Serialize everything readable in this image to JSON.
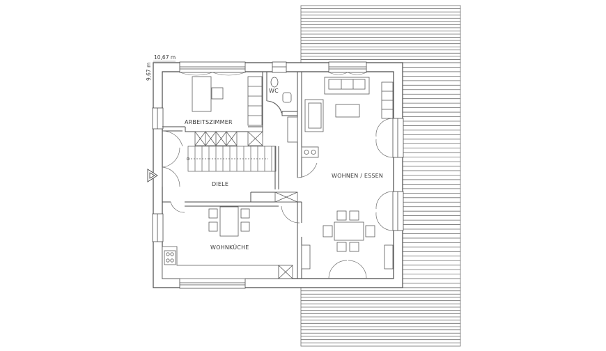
{
  "plan": {
    "dimensions": {
      "width_label": "10,67 m",
      "depth_label": "9,67 m"
    },
    "rooms": {
      "arbeitszimmer": "ARBEITSZIMMER",
      "wc": "WC",
      "diele": "DIELE",
      "wohnkueche": "WOHNKÜCHE",
      "wohnen_essen": "WOHNEN / ESSEN"
    },
    "terrace": {
      "slat_count_top": 18,
      "slat_count_right": 50,
      "slat_count_bottom": 18
    }
  }
}
